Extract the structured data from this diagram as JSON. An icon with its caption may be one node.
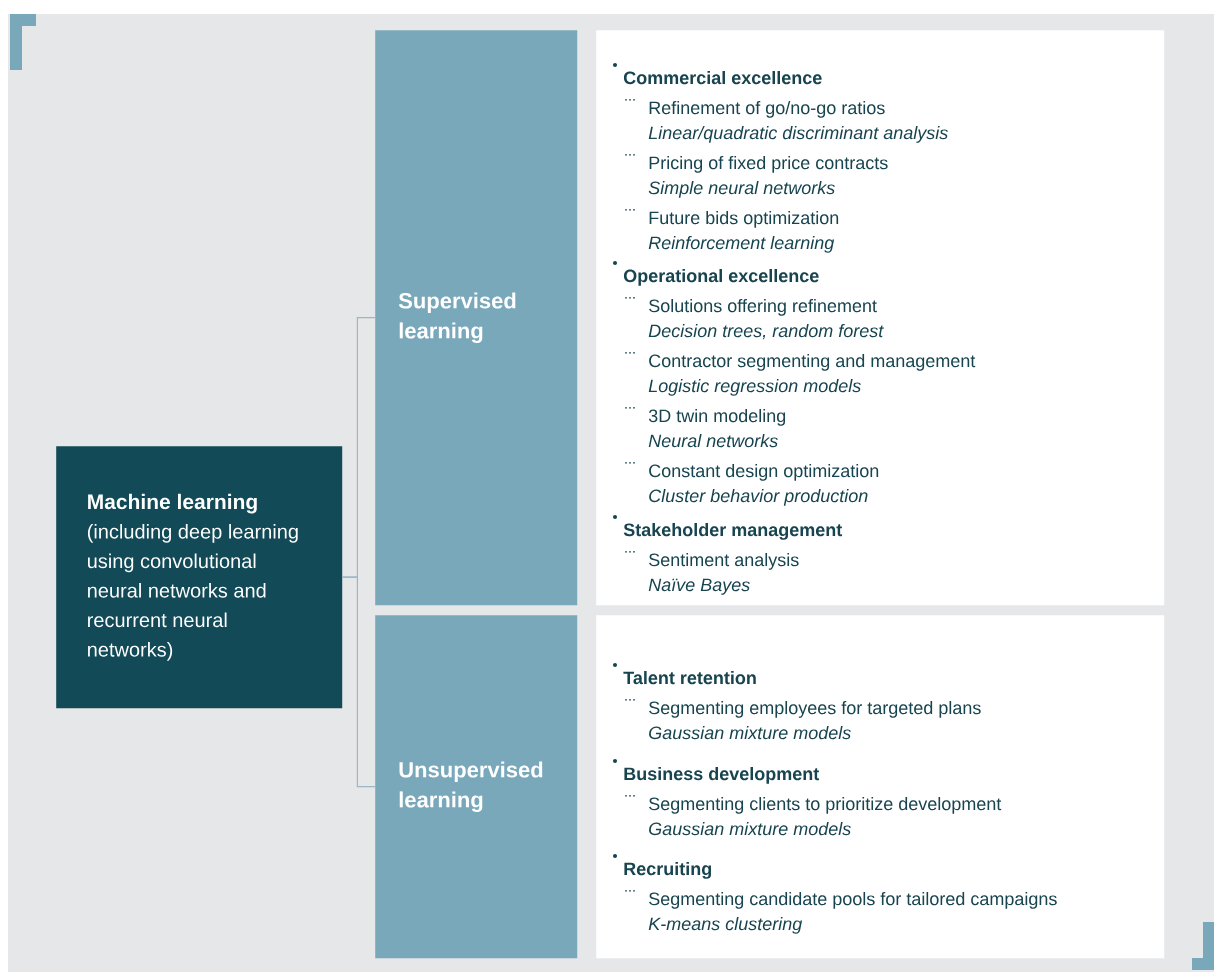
{
  "diagram": {
    "nodes": [
      {
        "text": [
          "Machine learning",
          "(including deep learning using convolutional neural networks and recurrent neural networks)"
        ]
      },
      {
        "text": [
          "Supervised learning"
        ]
      },
      {
        "text": [],
        "shape": "box"
      },
      {
        "text": [
          "Commercial excellence",
          "Refinement of go/no-go ratios",
          "Linear/quadratic discriminant analysis",
          "Pricing of fixed price contracts",
          "Simple neural networks",
          "Future bids optimization",
          "Reinforcement learning"
        ],
        "in": 2
      },
      {
        "text": [
          "Operational excellence",
          "Solutions offering refinement",
          "Decision trees, random forest",
          "Contractor segmenting and management",
          "Logistic regression models",
          "3D twin modeling",
          "Neural networks",
          "Constant design optimization",
          "Cluster behavior production"
        ],
        "in": 2
      },
      {
        "text": [
          "Stakeholder management",
          "Sentiment analysis",
          "Naïve Bayes"
        ],
        "in": 2
      },
      {
        "text": [
          "Unsupervised learning"
        ]
      },
      {
        "text": [],
        "shape": "box"
      },
      {
        "text": [
          "Talent retention",
          "Segmenting employees for targeted plans",
          "Gaussian mixture models"
        ],
        "in": 7
      },
      {
        "text": [
          "Business development",
          "Segmenting clients to prioritize development",
          "Gaussian mixture models"
        ],
        "in": 7
      },
      {
        "text": [
          "Recruiting",
          "Segmenting candidate pools for tailored campaigns",
          "K-means clustering"
        ],
        "in": 7
      }
    ],
    "edges": [
      {
        "from": 0,
        "to": 1,
        "arrow": "none"
      },
      {
        "from": 0,
        "to": 6,
        "arrow": "none"
      }
    ]
  }
}
